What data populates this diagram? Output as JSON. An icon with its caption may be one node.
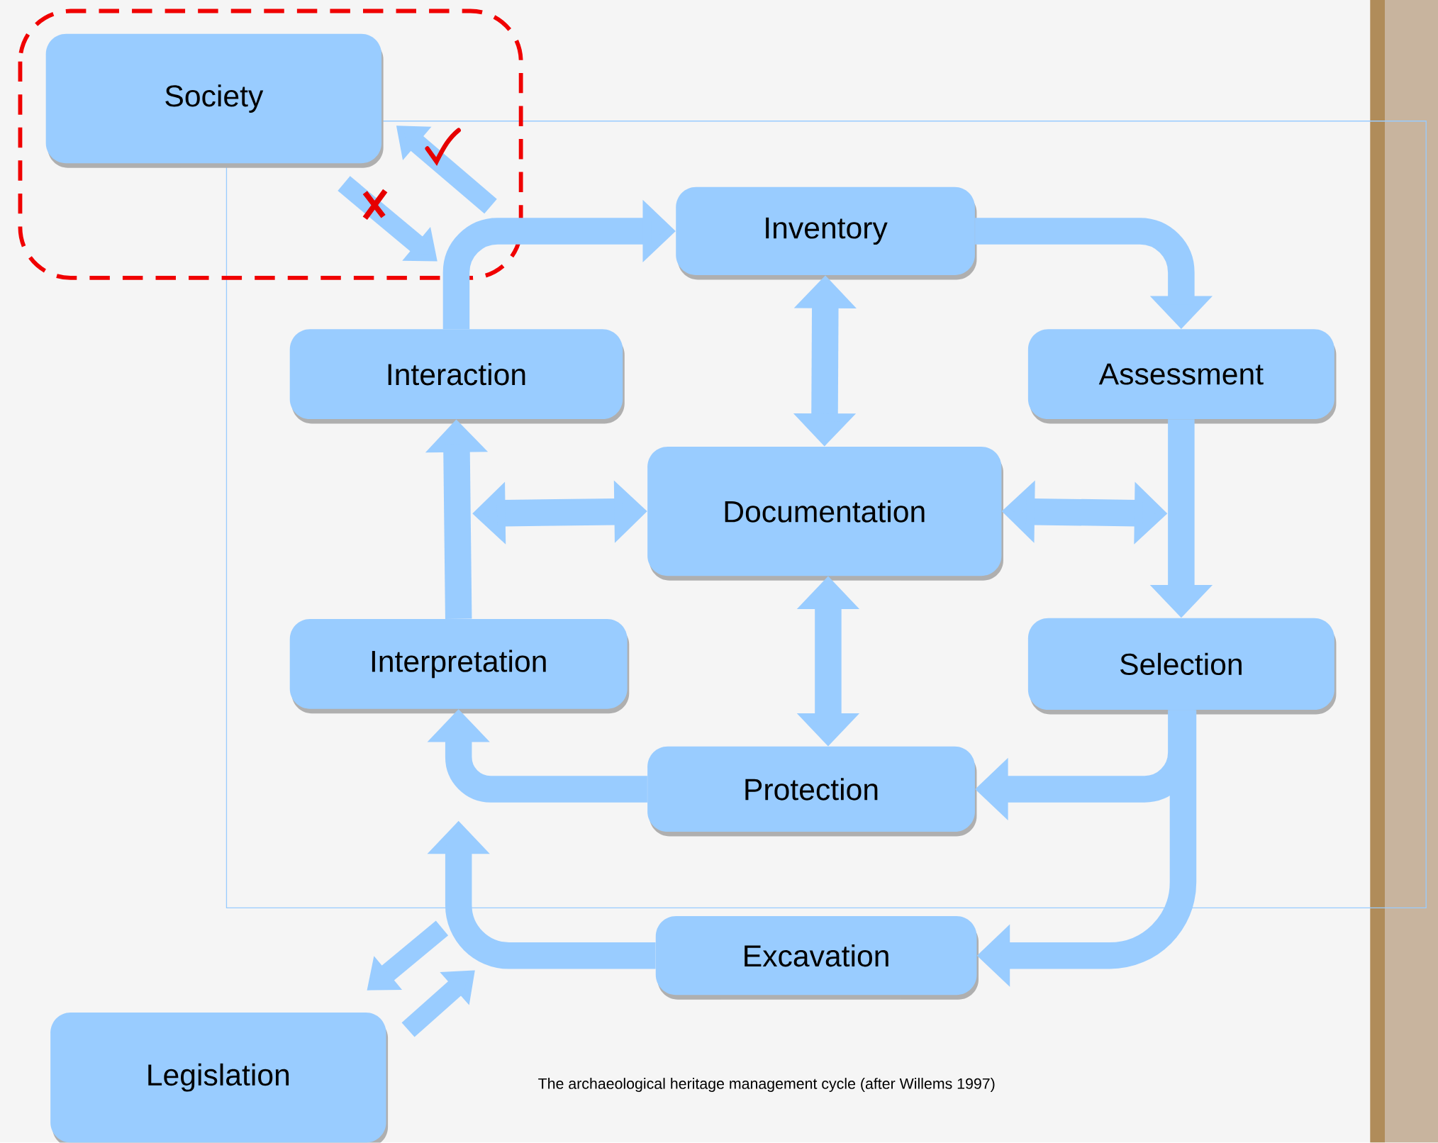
{
  "diagram": {
    "caption": "The archaeological heritage management cycle (after Willems 1997)",
    "nodes": [
      {
        "text": [
          "Society"
        ]
      },
      {
        "text": [
          "Inventory"
        ]
      },
      {
        "text": [
          "Interaction"
        ]
      },
      {
        "text": [
          "Assessment"
        ]
      },
      {
        "text": [
          "Documentation"
        ]
      },
      {
        "text": [
          "Interpretation"
        ]
      },
      {
        "text": [
          "Selection"
        ]
      },
      {
        "text": [
          "Protection"
        ]
      },
      {
        "text": [
          "Excavation"
        ]
      },
      {
        "text": [
          "Legislation"
        ]
      }
    ],
    "edges": [
      {
        "from": 2,
        "to": 1,
        "arrow": "to"
      },
      {
        "from": 1,
        "to": 3,
        "arrow": "to"
      },
      {
        "from": 1,
        "to": 4,
        "arrow": "both"
      },
      {
        "from": 3,
        "to": 6,
        "arrow": "to"
      },
      {
        "from": 4,
        "to": null,
        "arrow": "both"
      },
      {
        "from": 4,
        "to": null,
        "arrow": "both"
      },
      {
        "from": 4,
        "to": 7,
        "arrow": "both"
      },
      {
        "from": 5,
        "to": 2,
        "arrow": "to"
      },
      {
        "from": 6,
        "to": 7,
        "arrow": "to"
      },
      {
        "from": 6,
        "to": 8,
        "arrow": "to"
      },
      {
        "from": 7,
        "to": 5,
        "arrow": "to"
      },
      {
        "from": 8,
        "to": null,
        "arrow": "to"
      }
    ]
  }
}
